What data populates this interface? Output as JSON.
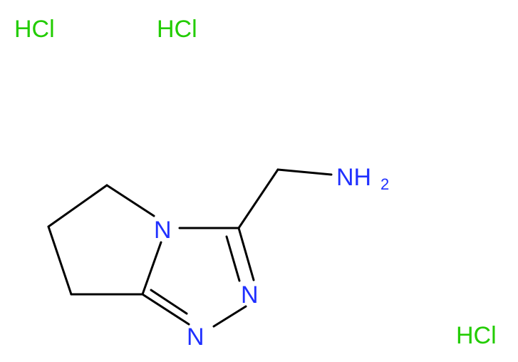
{
  "colors": {
    "nitrogen": "#2030ff",
    "chlorine": "#22cc00",
    "bond": "#000000"
  },
  "counterions": [
    "HCl",
    "HCl",
    "HCl"
  ],
  "atoms": {
    "n_ring": "N",
    "n_triazole_upper": "N",
    "n_triazole_lower": "N",
    "amine": "NH",
    "amine_subscript": "2"
  }
}
